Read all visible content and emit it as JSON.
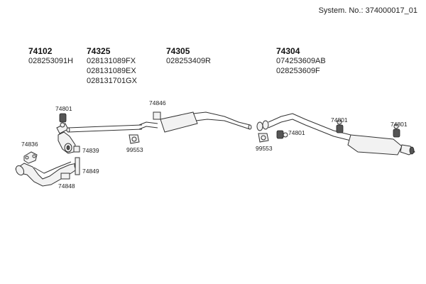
{
  "system_number": "System. No.: 374000017_01",
  "groups": [
    {
      "number": "74102",
      "codes": [
        "028253091H"
      ]
    },
    {
      "number": "74325",
      "codes": [
        "028131089FX",
        "028131089EX",
        "028131701GX"
      ]
    },
    {
      "number": "74305",
      "codes": [
        "028253409R"
      ]
    },
    {
      "number": "74304",
      "codes": [
        "074253609AB",
        "028253609F"
      ]
    }
  ],
  "callouts": {
    "c74801a": "74801",
    "c74846": "74846",
    "c74836": "74836",
    "c74839": "74839",
    "c74849": "74849",
    "c74848": "74848",
    "c99553a": "99553",
    "c99553b": "99553",
    "c74801b": "74801",
    "c74801c": "74801",
    "c74801d": "74801"
  }
}
